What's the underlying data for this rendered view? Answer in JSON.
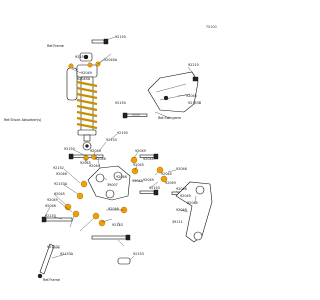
{
  "page_code": "T0100",
  "references": {
    "frame_top": "Ref.Frame",
    "frame_bottom": "Ref.Frame",
    "shock_absorber": "Ref.Shock Absorber(s)",
    "swingarm": "Ref.Swingarm"
  },
  "parts": {
    "p92150_top": "92150",
    "p92153_top": "92153A",
    "p92045_top": "92045A",
    "p92049_top": "92049",
    "p92045_mid": "92045A",
    "p92210": "92210",
    "p92045_right": "92045",
    "p92153_right": "92153B",
    "p92150_mid": "92150",
    "p92150_shock": "92150",
    "p92153_mid": "92153",
    "p92046_a": "92046",
    "p92049_a": "92049",
    "p92045_b": "92045",
    "p92045_c": "92045",
    "p92150_left": "92150",
    "p92045_d": "92045",
    "p92046_b": "92046",
    "p92049_b": "92049",
    "p92046_c": "92046",
    "p92049_c": "92049",
    "p92049_d": "92049",
    "p39007": "39007",
    "p92045_e": "92045",
    "p92046_d": "92046",
    "p92049_e": "92049",
    "p92153_ctr": "92153",
    "p92046_e": "92046",
    "p92152_l1": "92152",
    "p92046_l1": "92046",
    "p92153_l2": "92153A",
    "p92045_l3": "92045",
    "p92049_l4": "92049",
    "p92046_l5": "92046",
    "p92153_l6": "92153",
    "p92049_r1": "92049",
    "p92045_r2": "92045",
    "p92046_r3": "92046",
    "p39111": "39111",
    "p92046_r4": "92046",
    "p92153_r5": "92153",
    "p92153_bl": "92153C",
    "p92153_bc": "92153A",
    "p92153_b": "92153"
  }
}
